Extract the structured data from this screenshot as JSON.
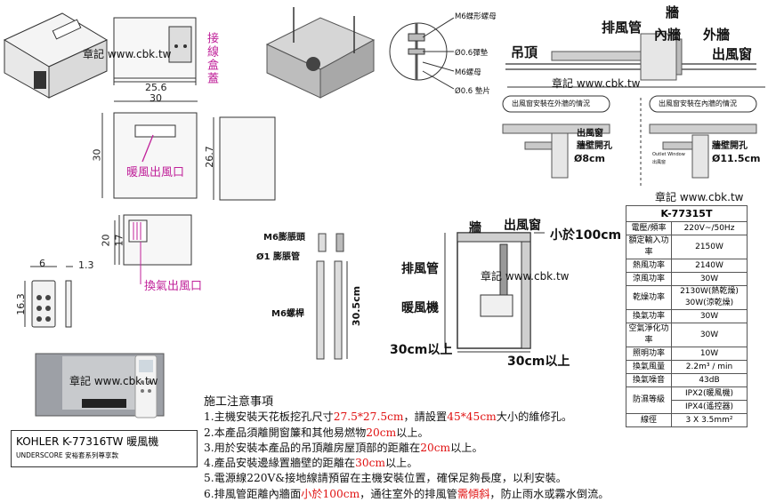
{
  "watermark": "章記 www.cbk.tw",
  "top_left": {
    "junction_box": "接線盒蓋",
    "dim_top_width": "25.6"
  },
  "front_view": {
    "dim_width": "30",
    "dim_height": "30",
    "label": "暖風出風口"
  },
  "side_view": {
    "dim_height": "26.7"
  },
  "bottom_view": {
    "dim_outer": "20",
    "dim_inner": "17",
    "label": "換氣出風口"
  },
  "remote": {
    "dim_width": "6",
    "dim_depth": "1.3",
    "dim_height": "16.3"
  },
  "hardware": {
    "screw_label": "M6蝶形螺母",
    "spring_washer": "Ø0.6彈墊",
    "nut": "M6螺母",
    "flat_washer": "Ø0.6 墊片"
  },
  "duct_diagram": {
    "exhaust_pipe": "排風管",
    "wall": "牆",
    "inner_wall": "內牆",
    "outer_wall": "外牆",
    "vent_window": "出風窗",
    "ceiling": "吊頂",
    "case_outer": "出風窗安裝在外牆的情況",
    "case_inner": "出風窗安裝在內牆的情況",
    "wall_hole": "牆壁開孔",
    "hole_outer": "Ø8cm",
    "hole_inner": "Ø11.5cm",
    "outlet_window_en": "Outlet Window",
    "outlet_window_small": "出風窗"
  },
  "anchor": {
    "expansion_head": "M6膨脹頭",
    "expansion_tube": "Ø1 膨脹管",
    "threaded_rod": "M6螺桿",
    "length": "30.5cm"
  },
  "install_diagram": {
    "wall": "牆",
    "vent_window": "出風窗",
    "max_dist": "小於100cm",
    "exhaust_pipe": "排風管",
    "heater": "暖風機",
    "clear_left": "30cm以上",
    "clear_bottom": "30cm以上"
  },
  "specs": {
    "model": "K-77315T",
    "rows": [
      [
        "電壓/頻率",
        "220V~/50Hz"
      ],
      [
        "額定輸入功率",
        "2150W"
      ],
      [
        "熱風功率",
        "2140W"
      ],
      [
        "涼風功率",
        "30W"
      ],
      [
        "乾燥功率",
        "2130W(熱乾燥)\n30W(涼乾燥)"
      ],
      [
        "換氣功率",
        "30W"
      ],
      [
        "空氣淨化功率",
        "30W"
      ],
      [
        "照明功率",
        "10W"
      ],
      [
        "換氣風量",
        "2.2m³ / min"
      ],
      [
        "換氣噪音",
        "43dB"
      ],
      [
        "防濕等級",
        "IPX2(暖風機)"
      ],
      [
        "",
        "IPX4(遙控器)"
      ],
      [
        "線徑",
        "3 X 3.5mm²"
      ]
    ]
  },
  "brand": {
    "title": "KOHLER K-77316TW 暖風機",
    "subtitle": "UNDERSCORE 安裕套系列尊享款"
  },
  "notes": {
    "heading": "施工注意事項",
    "items": [
      [
        "1.主機安裝天花板挖孔尺寸",
        "27.5*27.5cm",
        "，請設置",
        "45*45cm",
        "大小的維修孔。"
      ],
      [
        "2.本產品須離開窗簾和其他易燃物",
        "20cm",
        "以上。",
        "",
        ""
      ],
      [
        "3.用於安裝本產品的吊頂離房屋頂部的距離在",
        "20cm",
        "以上。",
        "",
        ""
      ],
      [
        "4.產品安裝邊緣置牆壁的距離在",
        "30cm",
        "以上。",
        "",
        ""
      ],
      [
        "5.電源線220V&接地線請預留在主機安裝位置，確保足夠長度，以利安裝。",
        "",
        "",
        "",
        ""
      ],
      [
        "6.排風管距離內牆面",
        "小於100cm",
        "，通往室外的排風管",
        "需傾斜",
        "，防止雨水或霧水倒流。"
      ]
    ]
  }
}
